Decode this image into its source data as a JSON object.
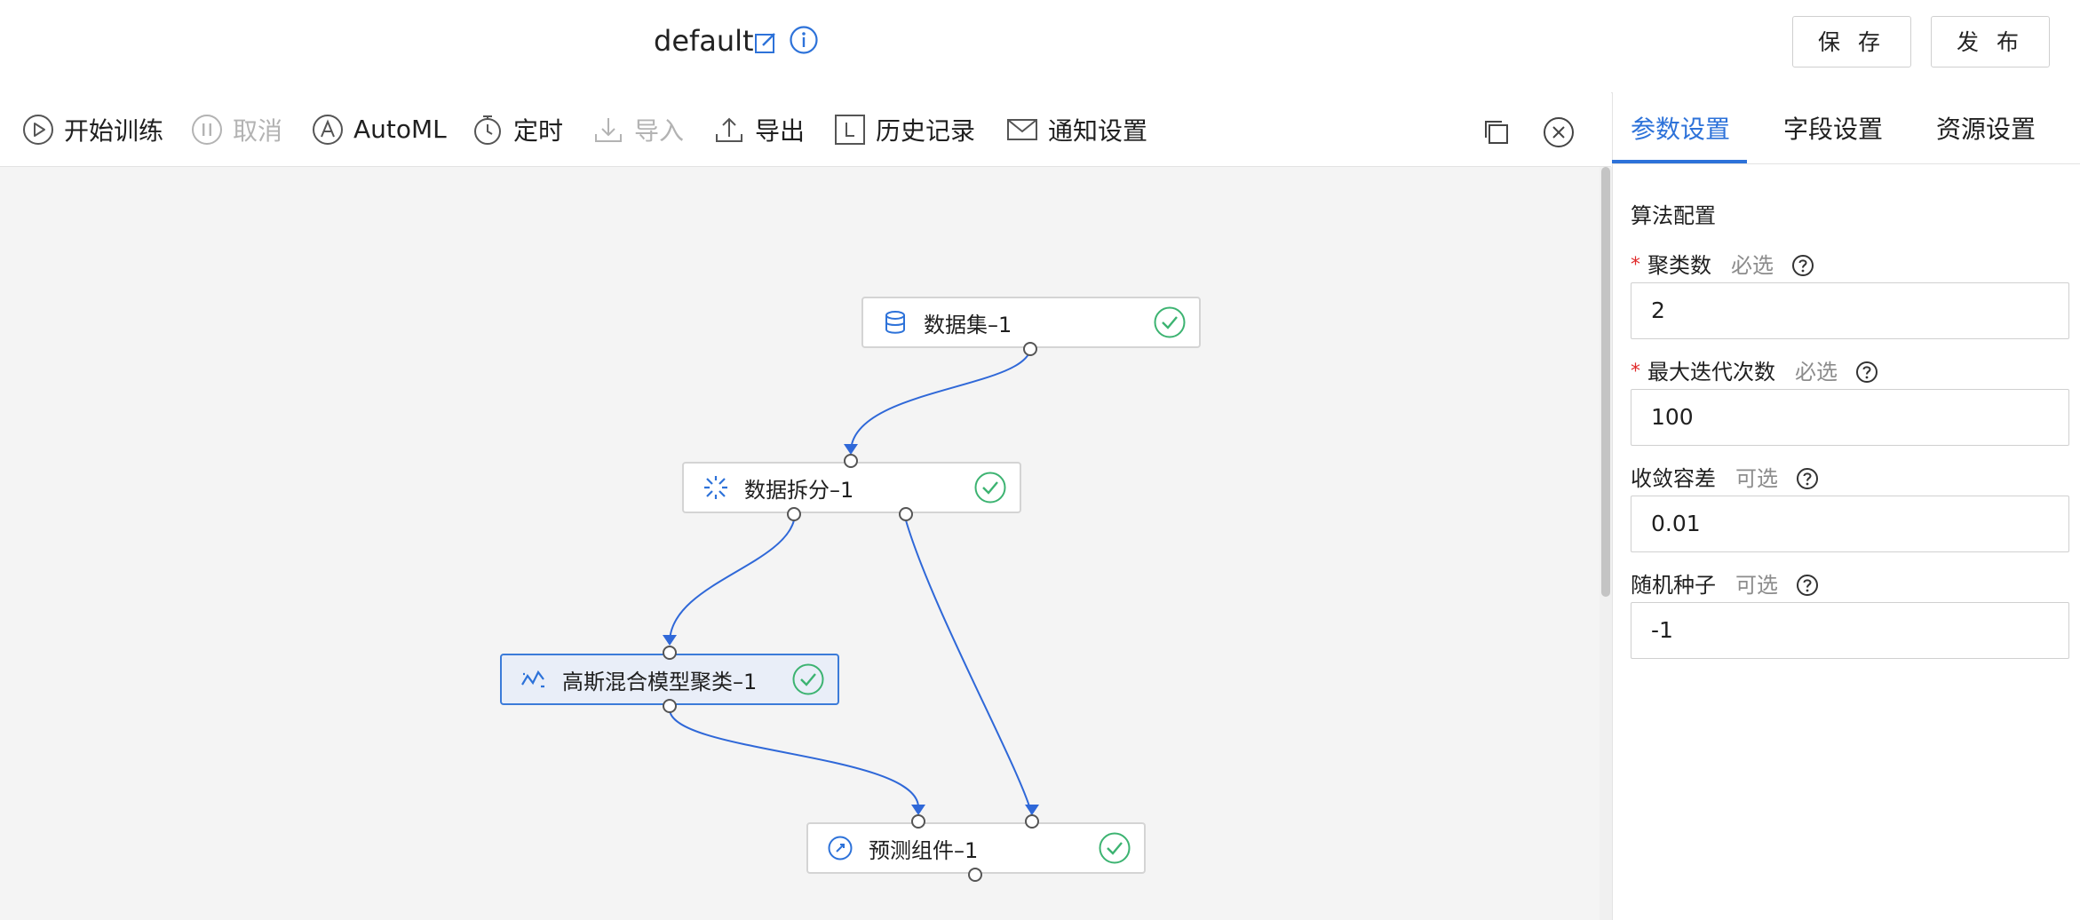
{
  "header": {
    "title": "default",
    "save_label": "保 存",
    "publish_label": "发 布"
  },
  "toolbar": {
    "start_training": "开始训练",
    "cancel": "取消",
    "automl": "AutoML",
    "schedule": "定时",
    "import": "导入",
    "export": "导出",
    "history": "历史记录",
    "notify": "通知设置"
  },
  "canvas": {
    "nodes": [
      {
        "label": "数据集–1",
        "status": "success",
        "icon": "database-icon"
      },
      {
        "label": "数据拆分–1",
        "status": "success",
        "icon": "split-icon"
      },
      {
        "label": "高斯混合模型聚类–1",
        "status": "success",
        "icon": "cluster-icon",
        "selected": true
      },
      {
        "label": "预测组件–1",
        "status": "success",
        "icon": "predict-icon"
      }
    ]
  },
  "panel": {
    "tabs": [
      "参数设置",
      "字段设置",
      "资源设置"
    ],
    "active_tab": "参数设置",
    "section_title": "算法配置",
    "fields": [
      {
        "label": "聚类数",
        "hint": "必选",
        "required": true,
        "value": "2"
      },
      {
        "label": "最大迭代次数",
        "hint": "必选",
        "required": true,
        "value": "100"
      },
      {
        "label": "收敛容差",
        "hint": "可选",
        "required": false,
        "value": "0.01"
      },
      {
        "label": "随机种子",
        "hint": "可选",
        "required": false,
        "value": "-1"
      }
    ]
  },
  "colors": {
    "accent": "#2d72d9",
    "success": "#3cb371",
    "required": "#e02b2b",
    "edge": "#2f68d8"
  }
}
